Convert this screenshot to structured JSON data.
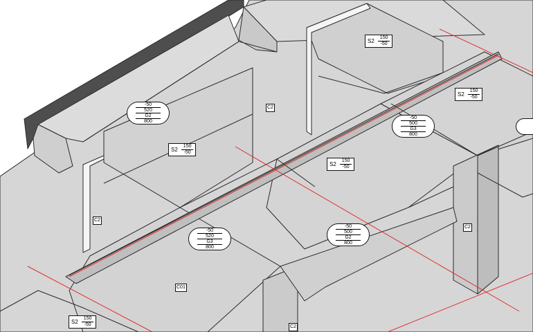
{
  "viewport": {
    "background": "#ffffff",
    "model_color": "#d6d6d6",
    "edge_color": "#2a2a2a",
    "wall_dark_color": "#555555",
    "grid_line_color": "#e03030"
  },
  "slab_tags": [
    {
      "name": "S2",
      "top": "150",
      "bottom": "-50"
    },
    {
      "name": "S2",
      "top": "150",
      "bottom": "-50"
    },
    {
      "name": "S2",
      "top": "150",
      "bottom": "-50"
    },
    {
      "name": "S2",
      "top": "150",
      "bottom": "-50"
    },
    {
      "name": "S2",
      "top": "150",
      "bottom": "-50"
    }
  ],
  "beam_tags": [
    {
      "lines": [
        "-50",
        "520",
        "G2",
        "800"
      ]
    },
    {
      "lines": [
        "-50",
        "500",
        "G3",
        "800"
      ]
    },
    {
      "lines": [
        "-50",
        "520",
        "G3",
        "800"
      ]
    },
    {
      "lines": [
        "-50",
        "500",
        "G2",
        "800"
      ]
    }
  ],
  "column_tags": [
    {
      "label": "C2"
    },
    {
      "label": "C2"
    },
    {
      "label": "C2"
    },
    {
      "label": "C2"
    },
    {
      "label": "C01"
    }
  ]
}
